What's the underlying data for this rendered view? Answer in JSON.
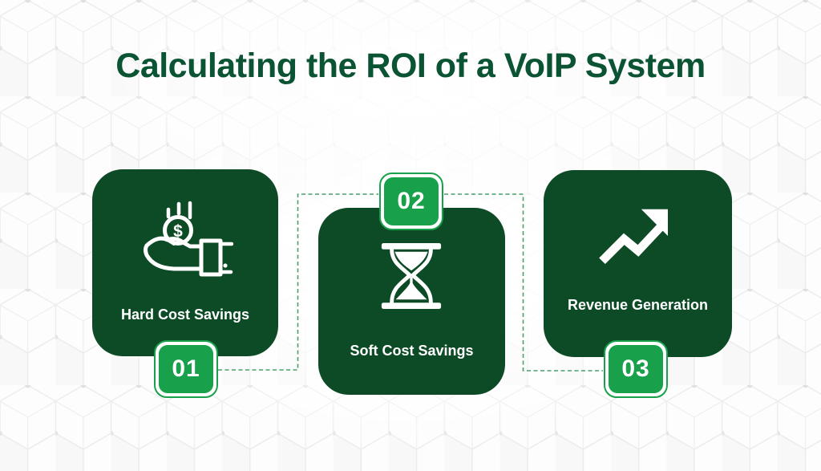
{
  "title": "Calculating the ROI of a VoIP System",
  "colors": {
    "title_green": "#0b5433",
    "card_green": "#0d4b27",
    "badge_green": "#18a04b",
    "connector_green": "#46a269",
    "text_white": "#ffffff",
    "pattern_gray": "#e9e9e9"
  },
  "steps": [
    {
      "number": "01",
      "label": "Hard Cost Savings",
      "icon": "hand-receiving-money-icon",
      "badge_position": "bottom"
    },
    {
      "number": "02",
      "label": "Soft Cost Savings",
      "icon": "hourglass-icon",
      "badge_position": "top"
    },
    {
      "number": "03",
      "label": "Revenue Generation",
      "icon": "trend-up-arrow-icon",
      "badge_position": "bottom"
    }
  ]
}
